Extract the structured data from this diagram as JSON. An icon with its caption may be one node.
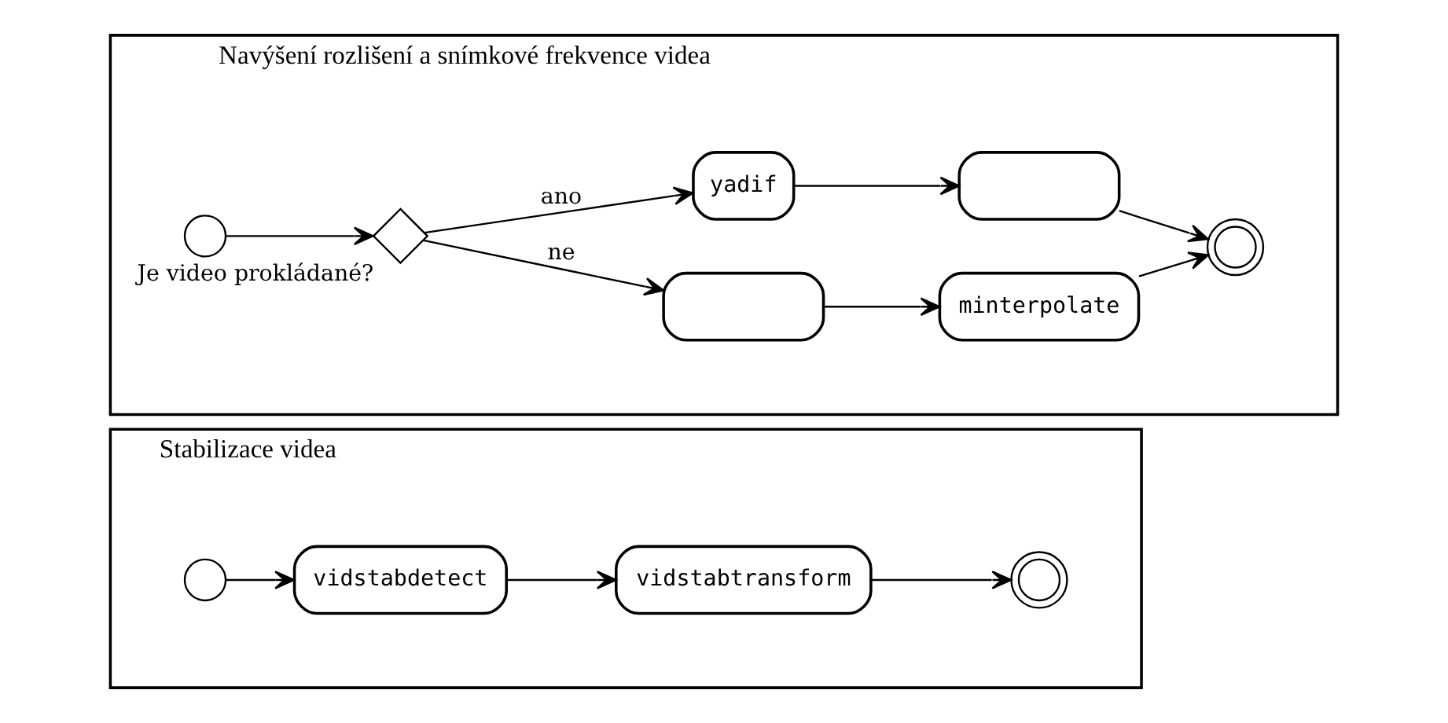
{
  "diagram": {
    "nodes": [
      {
        "text": [
          "Stabilizace videa"
        ]
      },
      {
        "text": [],
        "shape": "circle",
        "in": 0
      },
      {
        "text": [
          "vidstabdetect"
        ],
        "in": 0
      },
      {
        "text": [
          "vidstabtransform"
        ],
        "in": 0
      },
      {
        "text": [],
        "shape": "circle",
        "in": 0
      },
      {
        "text": [
          "Navýšení rozlišení a snímkové frekvence videa"
        ]
      },
      {
        "text": [],
        "shape": "circle",
        "in": 5
      },
      {
        "text": [],
        "shape": "diamond",
        "in": 5,
        "beside": [
          "Je video prokládané?"
        ]
      },
      {
        "text": [],
        "shape": "box",
        "in": 5
      },
      {
        "text": [
          "minterpolate"
        ],
        "in": 5
      },
      {
        "text": [
          "yadif"
        ],
        "in": 5
      },
      {
        "text": [],
        "shape": "box",
        "in": 5
      },
      {
        "text": [],
        "shape": "circle",
        "in": 5
      }
    ],
    "edges": [
      {
        "from": 1,
        "to": 2,
        "arrow": "to"
      },
      {
        "from": 2,
        "to": 3,
        "arrow": "to"
      },
      {
        "from": 3,
        "to": 4,
        "arrow": "to"
      },
      {
        "from": 6,
        "to": 7,
        "arrow": "to"
      },
      {
        "from": 7,
        "to": 8,
        "arrow": "to",
        "label": "ne"
      },
      {
        "from": 8,
        "to": 9,
        "arrow": "to"
      },
      {
        "from": 9,
        "to": 12,
        "arrow": "to"
      },
      {
        "from": 7,
        "to": 10,
        "arrow": "to",
        "label": "ano"
      },
      {
        "from": 10,
        "to": 11,
        "arrow": "to"
      },
      {
        "from": 11,
        "to": 12,
        "arrow": "to"
      }
    ]
  }
}
